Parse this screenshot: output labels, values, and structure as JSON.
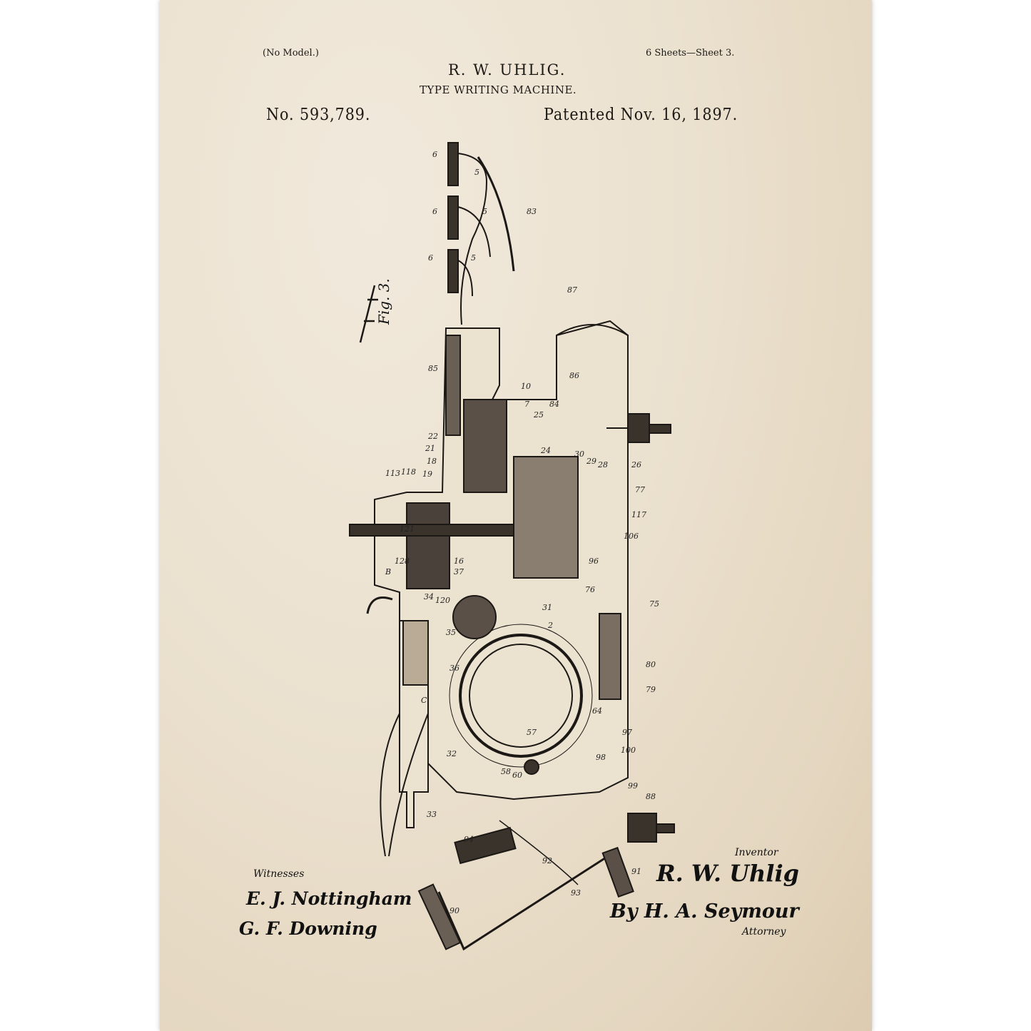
{
  "header": {
    "model_note": "(No Model.)",
    "sheets": "6 Sheets—Sheet 3.",
    "inventor_name": "R. W. UHLIG.",
    "title": "TYPE WRITING MACHINE.",
    "patent_number": "No. 593,789.",
    "patent_date": "Patented Nov. 16, 1897."
  },
  "figure": {
    "label": "Fig. 3.",
    "numerals": [
      "6",
      "5",
      "6",
      "5",
      "6",
      "5",
      "83",
      "87",
      "85",
      "86",
      "10",
      "7",
      "25",
      "84",
      "22",
      "21",
      "18",
      "19",
      "113",
      "118",
      "24",
      "30",
      "29",
      "28",
      "26",
      "77",
      "117",
      "106",
      "121",
      "120",
      "128",
      "B",
      "37",
      "16",
      "34",
      "35",
      "36",
      "31",
      "2",
      "76",
      "96",
      "75",
      "80",
      "79",
      "C",
      "64",
      "57",
      "60",
      "58",
      "32",
      "33",
      "97",
      "100",
      "98",
      "99",
      "88",
      "94",
      "92",
      "93",
      "90",
      "91"
    ]
  },
  "signatures": {
    "witnesses_label": "Witnesses",
    "witness_1": "E. J. Nottingham",
    "witness_2": "G. F. Downing",
    "inventor_label": "Inventor",
    "inventor_signature": "R. W. Uhlig",
    "attorney_signature": "By H. A. Seymour",
    "attorney_label": "Attorney"
  }
}
